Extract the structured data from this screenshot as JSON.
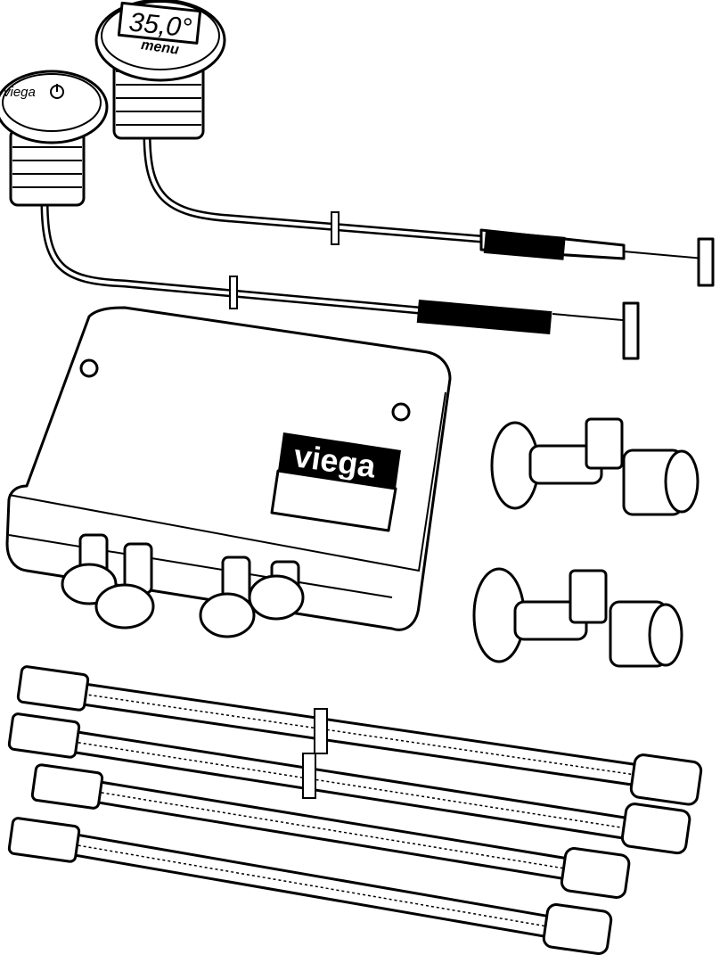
{
  "illustration": {
    "display_button": {
      "display_value": "35,0°",
      "label": "menu"
    },
    "power_button": {
      "brand": "viega",
      "icon": "power-icon"
    },
    "control_box": {
      "brand": "viega"
    },
    "colors": {
      "ink": "#000000",
      "paper": "#ffffff"
    }
  }
}
